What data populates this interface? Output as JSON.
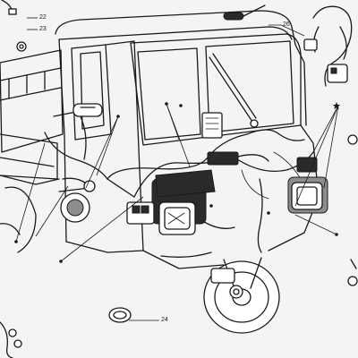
{
  "callouts": {
    "c22": "22",
    "c23": "23",
    "c24": "24",
    "c26": "26"
  }
}
